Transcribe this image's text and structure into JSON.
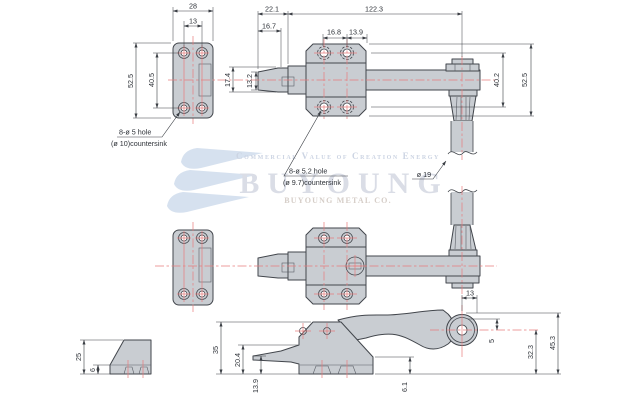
{
  "watermark": {
    "tagline": "Commercial Value of Creation Energy",
    "brand": "BUYOUNG",
    "company": "BUYOUNG METAL CO."
  },
  "notes": {
    "plate_holes_line1": "8-ø 5 hole",
    "plate_holes_line2": "(ø 10)countersink",
    "flange_holes_line1": "8-ø 5.2 hole",
    "flange_holes_line2": "(ø 9.7)countersink",
    "rod_diameter": "ø 19"
  },
  "dims": {
    "plate_width": "28",
    "plate_hole_spacing": "13",
    "plate_height": "52.5",
    "plate_hole_height": "40.5",
    "tip_to_flange": "22.1",
    "flange_to_pivot": "122.3",
    "tip_length": "16.7",
    "flange_hole_spacing_a": "16.8",
    "flange_hole_spacing_b": "13.9",
    "tip_width": "17.4",
    "tip_slot_width": "13.2",
    "pivot_hole_span": "40.2",
    "latch_overall_width": "52.5",
    "wedge_height": "25",
    "wedge_base_height": "6",
    "body_height": "35",
    "beak_root_height": "20.4",
    "beak_tip_height": "13.9",
    "base_lip_height": "6.1",
    "boss_drop": "5",
    "handle_rise": "32.3",
    "handle_height": "45.3",
    "boss_offset": "13"
  },
  "colors": {
    "part_fill": "#c9cdd2",
    "outline": "#42464c",
    "centerline_red": "#e87c7c",
    "dimension": "#3a3e44",
    "watermark_blue": "#cfdcec",
    "watermark_gray": "#dadde6"
  }
}
